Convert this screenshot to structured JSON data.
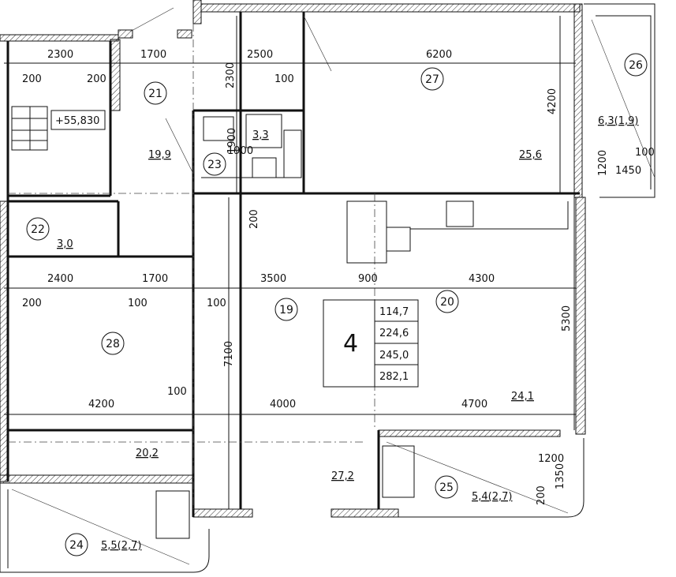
{
  "apartment": {
    "number": "4",
    "areas": [
      "114,7",
      "224,6",
      "245,0",
      "282,1"
    ]
  },
  "elevation_mark": "+55,830",
  "rooms": [
    {
      "id": "r19",
      "number": "19",
      "area": ""
    },
    {
      "id": "r20",
      "number": "20",
      "area": "24,1"
    },
    {
      "id": "r21",
      "number": "21",
      "area": "19,9"
    },
    {
      "id": "r22",
      "number": "22",
      "area": "3,0"
    },
    {
      "id": "r23",
      "number": "23",
      "area": "3,3"
    },
    {
      "id": "r24",
      "number": "24",
      "area": "5,5(2,7)"
    },
    {
      "id": "r25",
      "number": "25",
      "area": "5,4(2,7)"
    },
    {
      "id": "r26",
      "number": "26",
      "area": "6,3(1,9)"
    },
    {
      "id": "r27",
      "number": "27",
      "area": "25,6"
    },
    {
      "id": "r28",
      "number": "28",
      "area": ""
    }
  ],
  "extra_areas": {
    "hall_lower": "27,2",
    "corridor": "20,2"
  },
  "dimensions": {
    "top": [
      "2300",
      "1700",
      "2500",
      "6200"
    ],
    "top_small": [
      "200",
      "200",
      "100"
    ],
    "mid": [
      "2400",
      "1700",
      "3500",
      "900",
      "4300"
    ],
    "mid_small": [
      "200",
      "100",
      "100"
    ],
    "low": [
      "4200",
      "4000",
      "4700"
    ],
    "low_small": [
      "100"
    ],
    "vertical": [
      "2300",
      "1900",
      "200",
      "7100",
      "4200",
      "5300"
    ],
    "bath_width": "1900",
    "balcony_right": [
      "1200",
      "1450",
      "100"
    ],
    "balcony_low": [
      "1200",
      "1350",
      "200"
    ]
  }
}
